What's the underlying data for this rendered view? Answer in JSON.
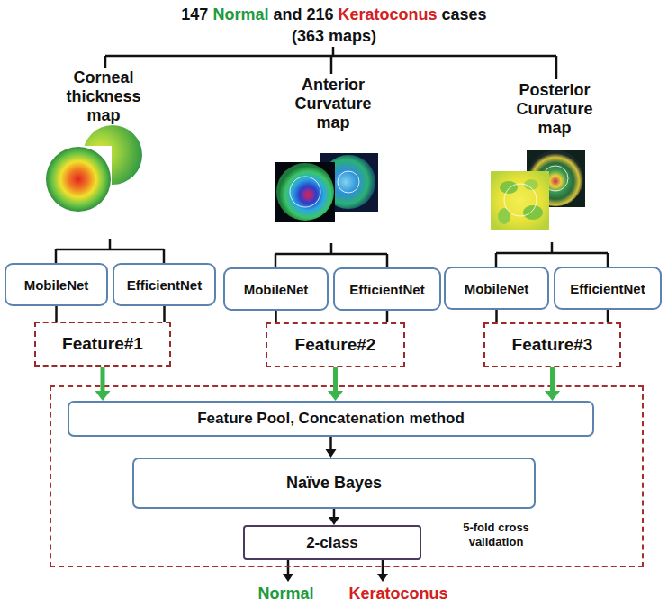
{
  "diagram": {
    "title": "147 Normal and 216 Keratoconus cases (363 maps)",
    "nodes": [
      {
        "text": [
          "MobileNet"
        ]
      },
      {
        "text": [
          "EfficientNet"
        ]
      },
      {
        "text": [
          "MobileNet"
        ]
      },
      {
        "text": [
          "EfficientNet"
        ]
      },
      {
        "text": [
          "MobileNet"
        ]
      },
      {
        "text": [
          "EfficientNet"
        ]
      },
      {
        "text": [
          "Feature#1"
        ]
      },
      {
        "text": [
          "Feature#2"
        ]
      },
      {
        "text": [
          "Feature#3"
        ]
      },
      {
        "text": [
          "5-fold cross validation"
        ]
      },
      {
        "text": [
          "Feature Pool, Concatenation method"
        ],
        "in": 9
      },
      {
        "text": [
          "Naïve Bayes"
        ],
        "in": 9
      },
      {
        "text": [
          "2-class"
        ],
        "in": 9
      }
    ],
    "edges": [
      {
        "from": 0,
        "to": 6,
        "arrow": "none"
      },
      {
        "from": 1,
        "to": 6,
        "arrow": "none"
      },
      {
        "from": 2,
        "to": 7,
        "arrow": "none"
      },
      {
        "from": 3,
        "to": 7,
        "arrow": "none"
      },
      {
        "from": 4,
        "to": 8,
        "arrow": "none"
      },
      {
        "from": 5,
        "to": 8,
        "arrow": "none"
      },
      {
        "from": 6,
        "to": 10,
        "arrow": "to"
      },
      {
        "from": 7,
        "to": 10,
        "arrow": "to"
      },
      {
        "from": 8,
        "to": 10,
        "arrow": "to"
      },
      {
        "from": 10,
        "to": 11,
        "arrow": "to"
      },
      {
        "from": 11,
        "to": 12,
        "arrow": "to"
      }
    ],
    "labels": [
      "Corneal thickness map",
      "Anterior Curvature map",
      "Posterior Curvature map",
      "Normal",
      "Keratoconus"
    ]
  }
}
